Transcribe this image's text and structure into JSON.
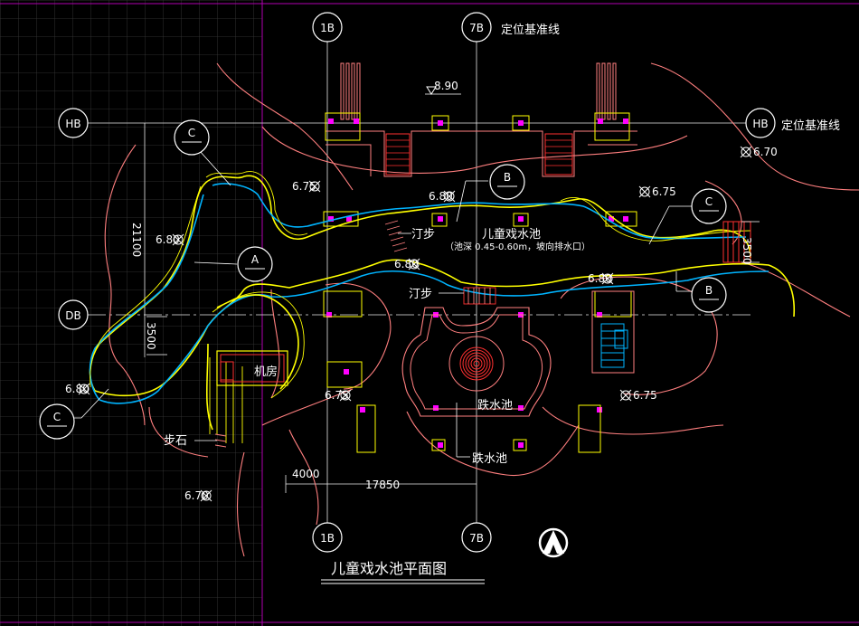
{
  "grid_labels": {
    "top_1b": "1B",
    "top_7b": "7B",
    "bottom_1b": "1B",
    "bottom_7b": "7B",
    "left_hb": "HB",
    "right_hb": "HB",
    "left_db": "DB"
  },
  "baseline_labels": {
    "top": "定位基准线",
    "right": "定位基准线"
  },
  "section_marks": {
    "c_top_left": "C",
    "a_left": "A",
    "b_top": "B",
    "c_right": "C",
    "b_right": "B",
    "c_bottom_left": "C"
  },
  "elevations": {
    "top": "8.90",
    "e1": "6.75",
    "e2": "6.80",
    "e3": "6.80",
    "e4": "6.80",
    "e5": "6.80",
    "e6": "6.80",
    "e7": "6.75",
    "e8": "6.70",
    "e9": "6.75",
    "e10": "6.75",
    "e11": "6.70"
  },
  "dimensions": {
    "d21100": "21100",
    "d3500_left": "3500",
    "d3500_right": "3500",
    "d4000": "4000",
    "d17850": "17850"
  },
  "annotations": {
    "pool_name": "儿童戏水池",
    "pool_note": "（池深 0.45-0.60m，坡向排水口）",
    "stepping_top": "汀步",
    "stepping_mid": "汀步",
    "machine_room": "机房",
    "step_stone": "步石",
    "drop_pool_1": "跌水池",
    "drop_pool_2": "跌水池"
  },
  "title": "儿童戏水池平面图",
  "colors": {
    "background": "#000000",
    "grid": "#3c3c3c",
    "white": "#ffffff",
    "salmon": "#ff7f7f",
    "yellow": "#ffff00",
    "cyan": "#00b4ff",
    "magenta": "#ff00ff",
    "red": "#ff3030"
  }
}
